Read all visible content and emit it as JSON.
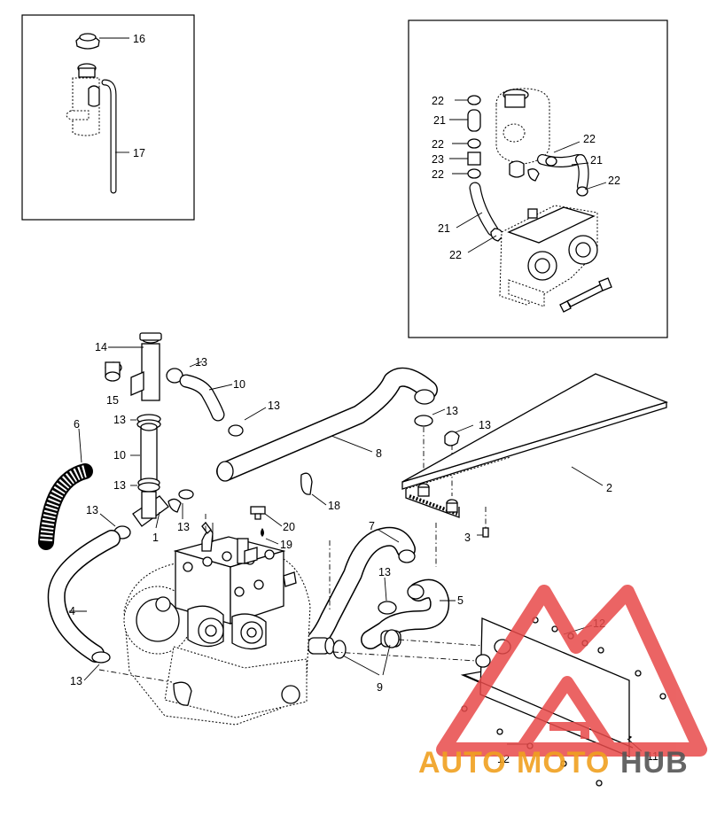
{
  "diagram": {
    "callouts": {
      "c16": "16",
      "c17": "17",
      "c22a": "22",
      "c21a": "21",
      "c22b": "22",
      "c23": "23",
      "c22c": "22",
      "c22d": "22",
      "c21b": "21",
      "c22e": "22",
      "c21c": "21",
      "c22f": "22",
      "c14": "14",
      "c15": "15",
      "c13a": "13",
      "c10a": "10",
      "c13b": "13",
      "c6": "6",
      "c13c": "13",
      "c10b": "10",
      "c13d": "13",
      "c13e": "13",
      "c1": "1",
      "c13f": "13",
      "c8": "8",
      "c13g": "13",
      "c13h": "13",
      "c2": "2",
      "c3": "3",
      "c18": "18",
      "c20": "20",
      "c19": "19",
      "c7": "7",
      "c4": "4",
      "c13i": "13",
      "c5": "5",
      "c9": "9",
      "c13j": "13",
      "c12a": "12",
      "c12b": "12",
      "c11": "11"
    }
  },
  "watermark": {
    "part1": "AUTO",
    "part2": "MOTO",
    "part3": "HUB",
    "colors": {
      "red": "#e84a4a",
      "orange": "#f0a020",
      "gray": "#555555"
    }
  }
}
